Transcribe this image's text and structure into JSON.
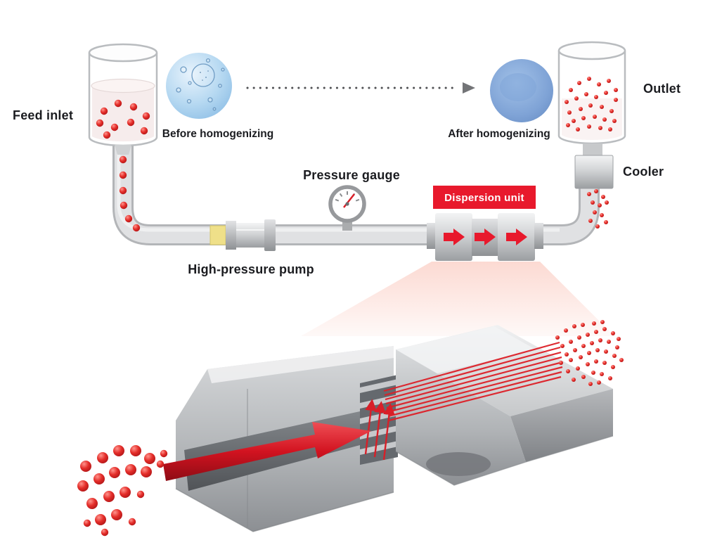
{
  "diagram": {
    "labels": {
      "feed_inlet": "Feed inlet",
      "before_homogenizing": "Before homogenizing",
      "after_homogenizing": "After homogenizing",
      "outlet": "Outlet",
      "cooler": "Cooler",
      "pressure_gauge": "Pressure gauge",
      "high_pressure_pump": "High-pressure pump",
      "dispersion_unit": "Dispersion unit"
    },
    "colors": {
      "accent_red": "#e8192c",
      "particle_red": "#d8232a",
      "before_sample_blue": "#9cc6ea",
      "after_sample_blue": "#7096cd",
      "pipe_gray": "#e0e1e3",
      "metal_gray": "#c6c8ca",
      "pump_yellow": "#efe089",
      "label_text": "#1b1c20"
    }
  }
}
